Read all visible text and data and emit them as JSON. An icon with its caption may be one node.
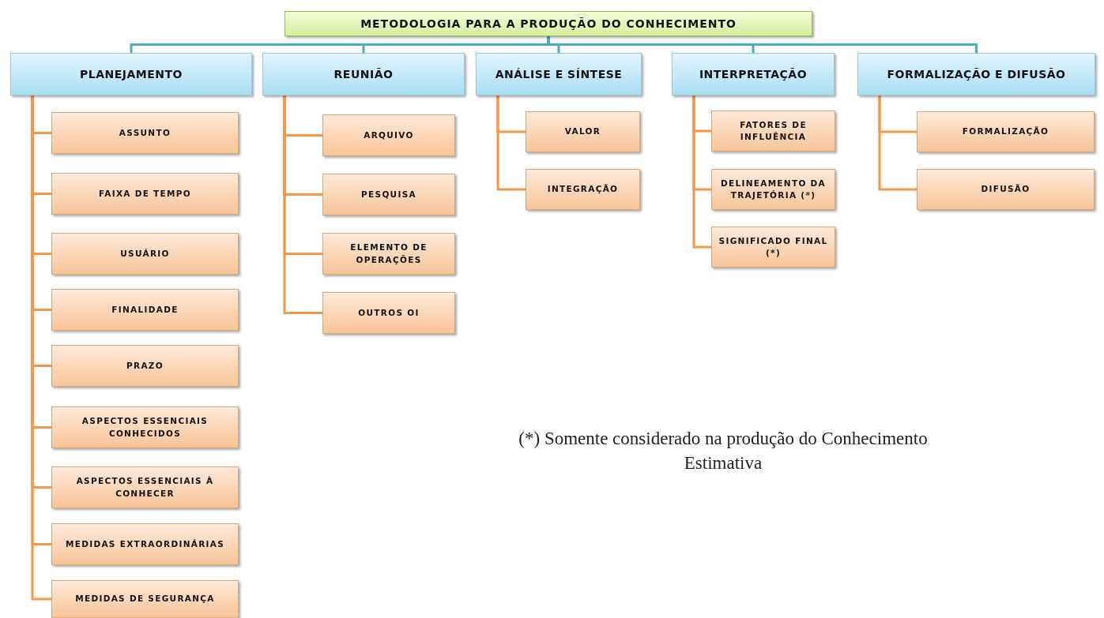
{
  "diagram": {
    "nodes": [
      {
        "text": [
          "METODOLOGIA PARA A PRODUÇÃO DO CONHECIMENTO"
        ]
      },
      {
        "text": [
          "PLANEJAMENTO"
        ]
      },
      {
        "text": [
          "ASSUNTO"
        ]
      },
      {
        "text": [
          "FAIXA DE TEMPO"
        ]
      },
      {
        "text": [
          "USUÁRIO"
        ]
      },
      {
        "text": [
          "FINALIDADE"
        ]
      },
      {
        "text": [
          "PRAZO"
        ]
      },
      {
        "text": [
          "ASPECTOS ESSENCIAIS CONHECIDOS"
        ]
      },
      {
        "text": [
          "ASPECTOS ESSENCIAIS À CONHECER"
        ]
      },
      {
        "text": [
          "MEDIDAS EXTRAORDINÁRIAS"
        ]
      },
      {
        "text": [
          "MEDIDAS DE SEGURANÇA"
        ]
      },
      {
        "text": [
          "REUNIÃO"
        ]
      },
      {
        "text": [
          "ARQUIVO"
        ]
      },
      {
        "text": [
          "PESQUISA"
        ]
      },
      {
        "text": [
          "ELEMENTO DE OPERAÇÕES"
        ]
      },
      {
        "text": [
          "OUTROS OI"
        ]
      },
      {
        "text": [
          "ANÁLISE E SÍNTESE"
        ]
      },
      {
        "text": [
          "VALOR"
        ]
      },
      {
        "text": [
          "INTEGRAÇÃO"
        ]
      },
      {
        "text": [
          "INTERPRETAÇÃO"
        ]
      },
      {
        "text": [
          "FATORES DE INFLUÊNCIA"
        ]
      },
      {
        "text": [
          "DELINEAMENTO DA TRAJETÓRIA (*)"
        ]
      },
      {
        "text": [
          "SIGNIFICADO FINAL (*)"
        ]
      },
      {
        "text": [
          "FORMALIZAÇÃO E DIFUSÃO"
        ]
      },
      {
        "text": [
          "FORMALIZAÇÃO"
        ]
      },
      {
        "text": [
          "DIFUSÃO"
        ]
      }
    ],
    "edges": [
      {
        "from": 0,
        "to": 1,
        "arrow": "none",
        "color": "#4bacc6"
      },
      {
        "from": 1,
        "to": 2,
        "arrow": "none"
      },
      {
        "from": 1,
        "to": 3,
        "arrow": "none"
      },
      {
        "from": 1,
        "to": 4,
        "arrow": "none"
      },
      {
        "from": 1,
        "to": 5,
        "arrow": "none"
      },
      {
        "from": 1,
        "to": 6,
        "arrow": "none"
      },
      {
        "from": 1,
        "to": 7,
        "arrow": "none"
      },
      {
        "from": 1,
        "to": 8,
        "arrow": "none"
      },
      {
        "from": 1,
        "to": 9,
        "arrow": "none"
      },
      {
        "from": 1,
        "to": 10,
        "arrow": "none"
      },
      {
        "from": 0,
        "to": 11,
        "arrow": "none",
        "color": "#4bacc6"
      },
      {
        "from": 11,
        "to": 12,
        "arrow": "none"
      },
      {
        "from": 11,
        "to": 13,
        "arrow": "none"
      },
      {
        "from": 11,
        "to": 14,
        "arrow": "none"
      },
      {
        "from": 11,
        "to": 15,
        "arrow": "none"
      },
      {
        "from": 0,
        "to": 16,
        "arrow": "none",
        "color": "#4bacc6"
      },
      {
        "from": 16,
        "to": 17,
        "arrow": "none"
      },
      {
        "from": 16,
        "to": 18,
        "arrow": "none"
      },
      {
        "from": 0,
        "to": 19,
        "arrow": "none",
        "color": "#4bacc6"
      },
      {
        "from": 19,
        "to": 20,
        "arrow": "none"
      },
      {
        "from": 19,
        "to": 21,
        "arrow": "none"
      },
      {
        "from": 19,
        "to": 22,
        "arrow": "none"
      },
      {
        "from": 0,
        "to": 23,
        "arrow": "none",
        "color": "#4bacc6"
      },
      {
        "from": 23,
        "to": 24,
        "arrow": "none"
      },
      {
        "from": 23,
        "to": 25,
        "arrow": "none"
      }
    ],
    "labels": [
      "(*) Somente considerado na produção do Conhecimento Estimativa"
    ]
  }
}
